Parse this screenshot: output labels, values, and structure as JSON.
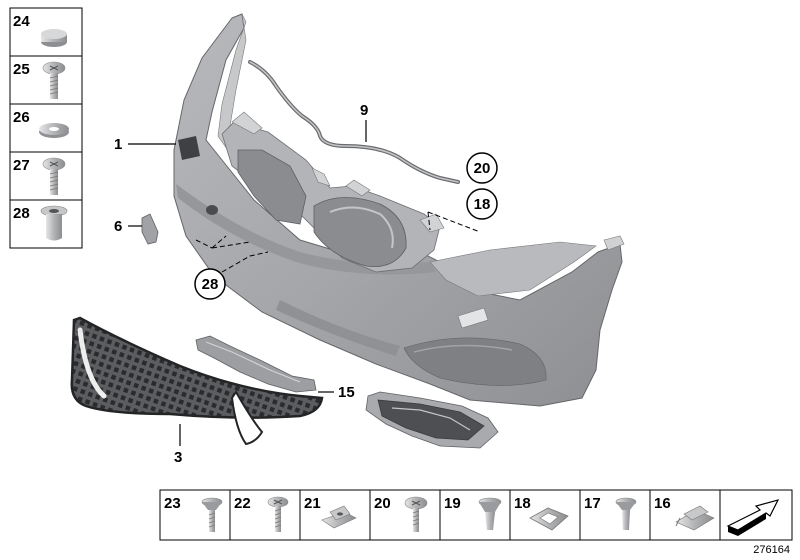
{
  "left_panel": [
    {
      "num": "24",
      "icon": "cap-icon"
    },
    {
      "num": "25",
      "icon": "screw-icon"
    },
    {
      "num": "26",
      "icon": "washer-icon"
    },
    {
      "num": "27",
      "icon": "screw-icon"
    },
    {
      "num": "28",
      "icon": "spacer-sleeve-icon"
    }
  ],
  "bottom_panel": [
    {
      "num": "23",
      "icon": "expanding-rivet-icon"
    },
    {
      "num": "22",
      "icon": "screw-icon"
    },
    {
      "num": "21",
      "icon": "clip-nut-icon"
    },
    {
      "num": "20",
      "icon": "screw-icon"
    },
    {
      "num": "19",
      "icon": "expanding-rivet-icon"
    },
    {
      "num": "18",
      "icon": "grommet-icon"
    },
    {
      "num": "17",
      "icon": "expanding-rivet-icon"
    },
    {
      "num": "16",
      "icon": "clip-nut-icon"
    },
    {
      "num": "",
      "icon": "arrow-icon"
    }
  ],
  "callouts": {
    "bumper": "1",
    "grille": "3",
    "bracket": "6",
    "seal": "9",
    "support": "15",
    "circle_20": "20",
    "circle_18": "18",
    "circle_28": "28"
  },
  "part_id": "276164",
  "colors": {
    "part_gray": "#a9aaad",
    "part_light": "#c9cacc",
    "part_dark": "#77787b",
    "grille_dark": "#3c3d3f"
  }
}
